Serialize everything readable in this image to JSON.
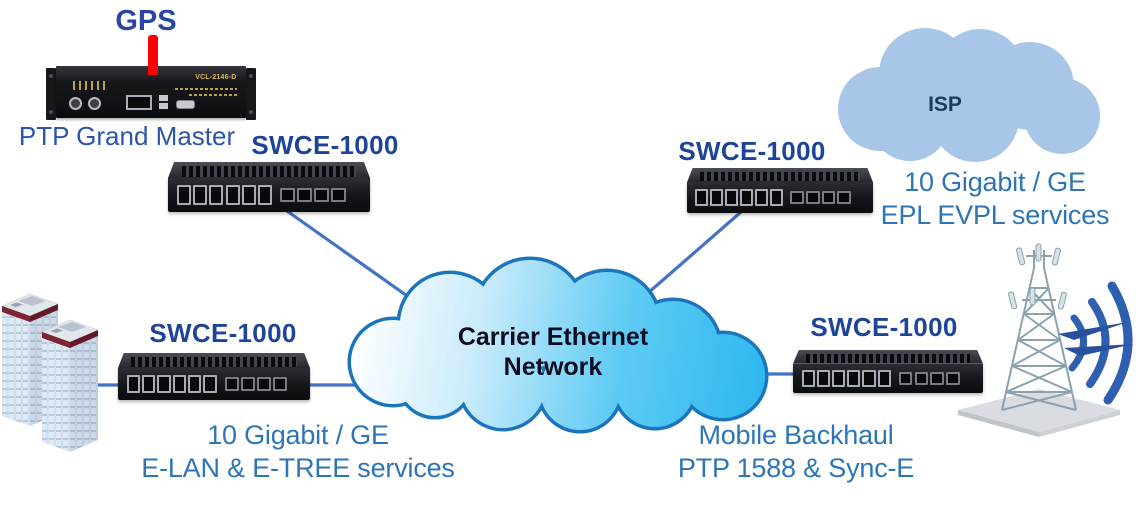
{
  "colors": {
    "line_blue": "#4472C4",
    "cloud_border": "#1C75BC",
    "cloud_cyan": "#2EB8EE",
    "isp_cloud_fill": "#A8C6E8",
    "swce_label_navy": "#1E4499",
    "caption_blue": "#2E75B6",
    "core_title_dark": "#0D0D21",
    "gps_label_blue": "#2A46A4",
    "ptp_label_blue": "#2B55A8",
    "isp_label_navy": "#1F3A5F",
    "antenna_red": "#FF0000",
    "device_text_yellow": "#D9B84E"
  },
  "nodes": {
    "gps_label": "GPS",
    "grand_master_label": "PTP Grand Master",
    "grand_master_model": "VCL-2146-D",
    "switch_near_grandmaster_label": "SWCE-1000",
    "switch_isp_side_label": "SWCE-1000",
    "switch_enterprise_side_label": "SWCE-1000",
    "switch_mobile_side_label": "SWCE-1000"
  },
  "switch_ports": {
    "rj45": 6,
    "sfp": 4
  },
  "clouds": {
    "core_network_line1": "Carrier Ethernet",
    "core_network_line2": "Network",
    "isp_label": "ISP"
  },
  "captions": {
    "isp_side_line1": "10 Gigabit / GE",
    "isp_side_line2": "EPL EVPL services",
    "enterprise_side_line1": "10 Gigabit / GE",
    "enterprise_side_line2": "E-LAN & E-TREE services",
    "mobile_side_line1": "Mobile Backhaul",
    "mobile_side_line2": "PTP 1588 & Sync-E"
  },
  "icons": [
    "gps-antenna-icon",
    "rack-grandmaster-icon",
    "ethernet-switch-icon",
    "cloud-icon",
    "office-buildings-icon",
    "cell-tower-icon",
    "radio-waves-icon"
  ]
}
